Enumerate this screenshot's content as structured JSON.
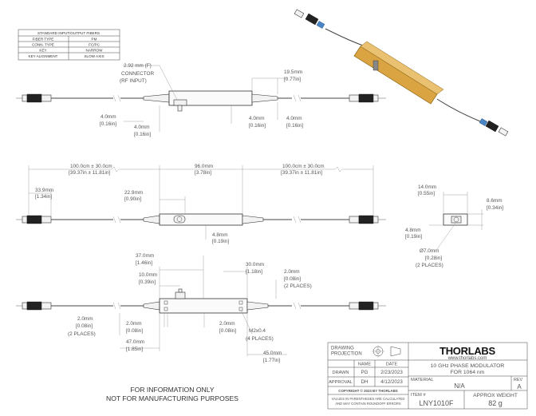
{
  "fiber_table": {
    "header": "STANDARD INPUT/OUTPUT FIBERS",
    "rows": [
      {
        "label": "FIBER TYPE",
        "value": "PM"
      },
      {
        "label": "CONN. TYPE",
        "value": "FC/PC"
      },
      {
        "label": "KEY",
        "value": "NARROW"
      },
      {
        "label": "KEY ALIGNMENT",
        "value": "SLOW AXIS"
      }
    ]
  },
  "callouts": {
    "rf_connector": [
      "2.92 mm (F)",
      "CONNECTOR",
      "(RF INPUT)"
    ],
    "m2": [
      "M2x0.4",
      "(4 PLACES)"
    ],
    "two_places": "(2 PLACES)"
  },
  "view1": {
    "d195": "19.5mm",
    "d195_in": "[0.77in]",
    "d40a": "4.0mm",
    "d40a_in": "[0.16in]",
    "d40b": "4.0mm",
    "d40b_in": "[0.16in]",
    "d40c": "4.0mm",
    "d40c_in": "[0.16in]",
    "d40d": "4.0mm",
    "d40d_in": "[0.16in]"
  },
  "view2": {
    "len_left": "100.0cm ± 30.0cm",
    "len_left_in": "[39.37in ± 11.81in]",
    "len_mid": "96.0mm",
    "len_mid_in": "[3.78in]",
    "len_right": "100.0cm ± 30.0cm",
    "len_right_in": "[39.37in ± 11.81in]",
    "d339": "33.9mm",
    "d339_in": "[1.34in]",
    "d229": "22.9mm",
    "d229_in": "[0.90in]",
    "d48": "4.8mm",
    "d48_in": "[0.19in]"
  },
  "view3": {
    "d370": "37.0mm",
    "d370_in": "[1.46in]",
    "d100": "10.0mm",
    "d100_in": "[0.39in]",
    "d300": "30.0mm",
    "d300_in": "[1.18in]",
    "d20r": "2.0mm",
    "d20r_in": "[0.08in]",
    "d20a": "2.0mm",
    "d20a_in": "[0.08in]",
    "d20b": "2.0mm",
    "d20b_in": "[0.08in]",
    "d20c": "2.0mm",
    "d20c_in": "[0.08in]",
    "d470": "47.0mm",
    "d470_in": "[1.85in]",
    "d450": "45.0mm",
    "d450_in": "[1.77in]"
  },
  "side_view": {
    "d140": "14.0mm",
    "d140_in": "[0.55in]",
    "d86": "8.6mm",
    "d86_in": "[0.34in]",
    "d48": "4.8mm",
    "d48_in": "[0.19in]",
    "dia": "Ø7.0mm",
    "dia_in": "[0.28in]",
    "places": "(2 PLACES)"
  },
  "notice": [
    "FOR INFORMATION ONLY",
    "NOT FOR MANUFACTURING PURPOSES"
  ],
  "title_block": {
    "projection_label": [
      "DRAWING",
      "PROJECTION"
    ],
    "col_name": "NAME",
    "col_date": "DATE",
    "drawn_label": "DRAWN",
    "drawn_name": "PG",
    "drawn_date": "2/23/2023",
    "approval_label": "APPROVAL",
    "approval_name": "DH",
    "approval_date": "4/12/2023",
    "copyright": "COPYRIGHT © 2023 BY THORLABS",
    "disclaimer": [
      "VALUES IN PARENTHESES ARE CALCULATED",
      "AND MAY CONTAIN ROUNDOFF ERRORS"
    ],
    "logo": "THORLABS",
    "website": "www.thorlabs.com",
    "product_title": [
      "10 GHz PHASE MODULATOR",
      "FOR 1064 nm"
    ],
    "material_label": "MATERIAL",
    "material_value": "N/A",
    "rev_label": "REV",
    "rev_value": "A",
    "item_label": "ITEM #",
    "item_value": "LNY1010F",
    "weight_label": "APPROX WEIGHT",
    "weight_value": "82 g"
  }
}
